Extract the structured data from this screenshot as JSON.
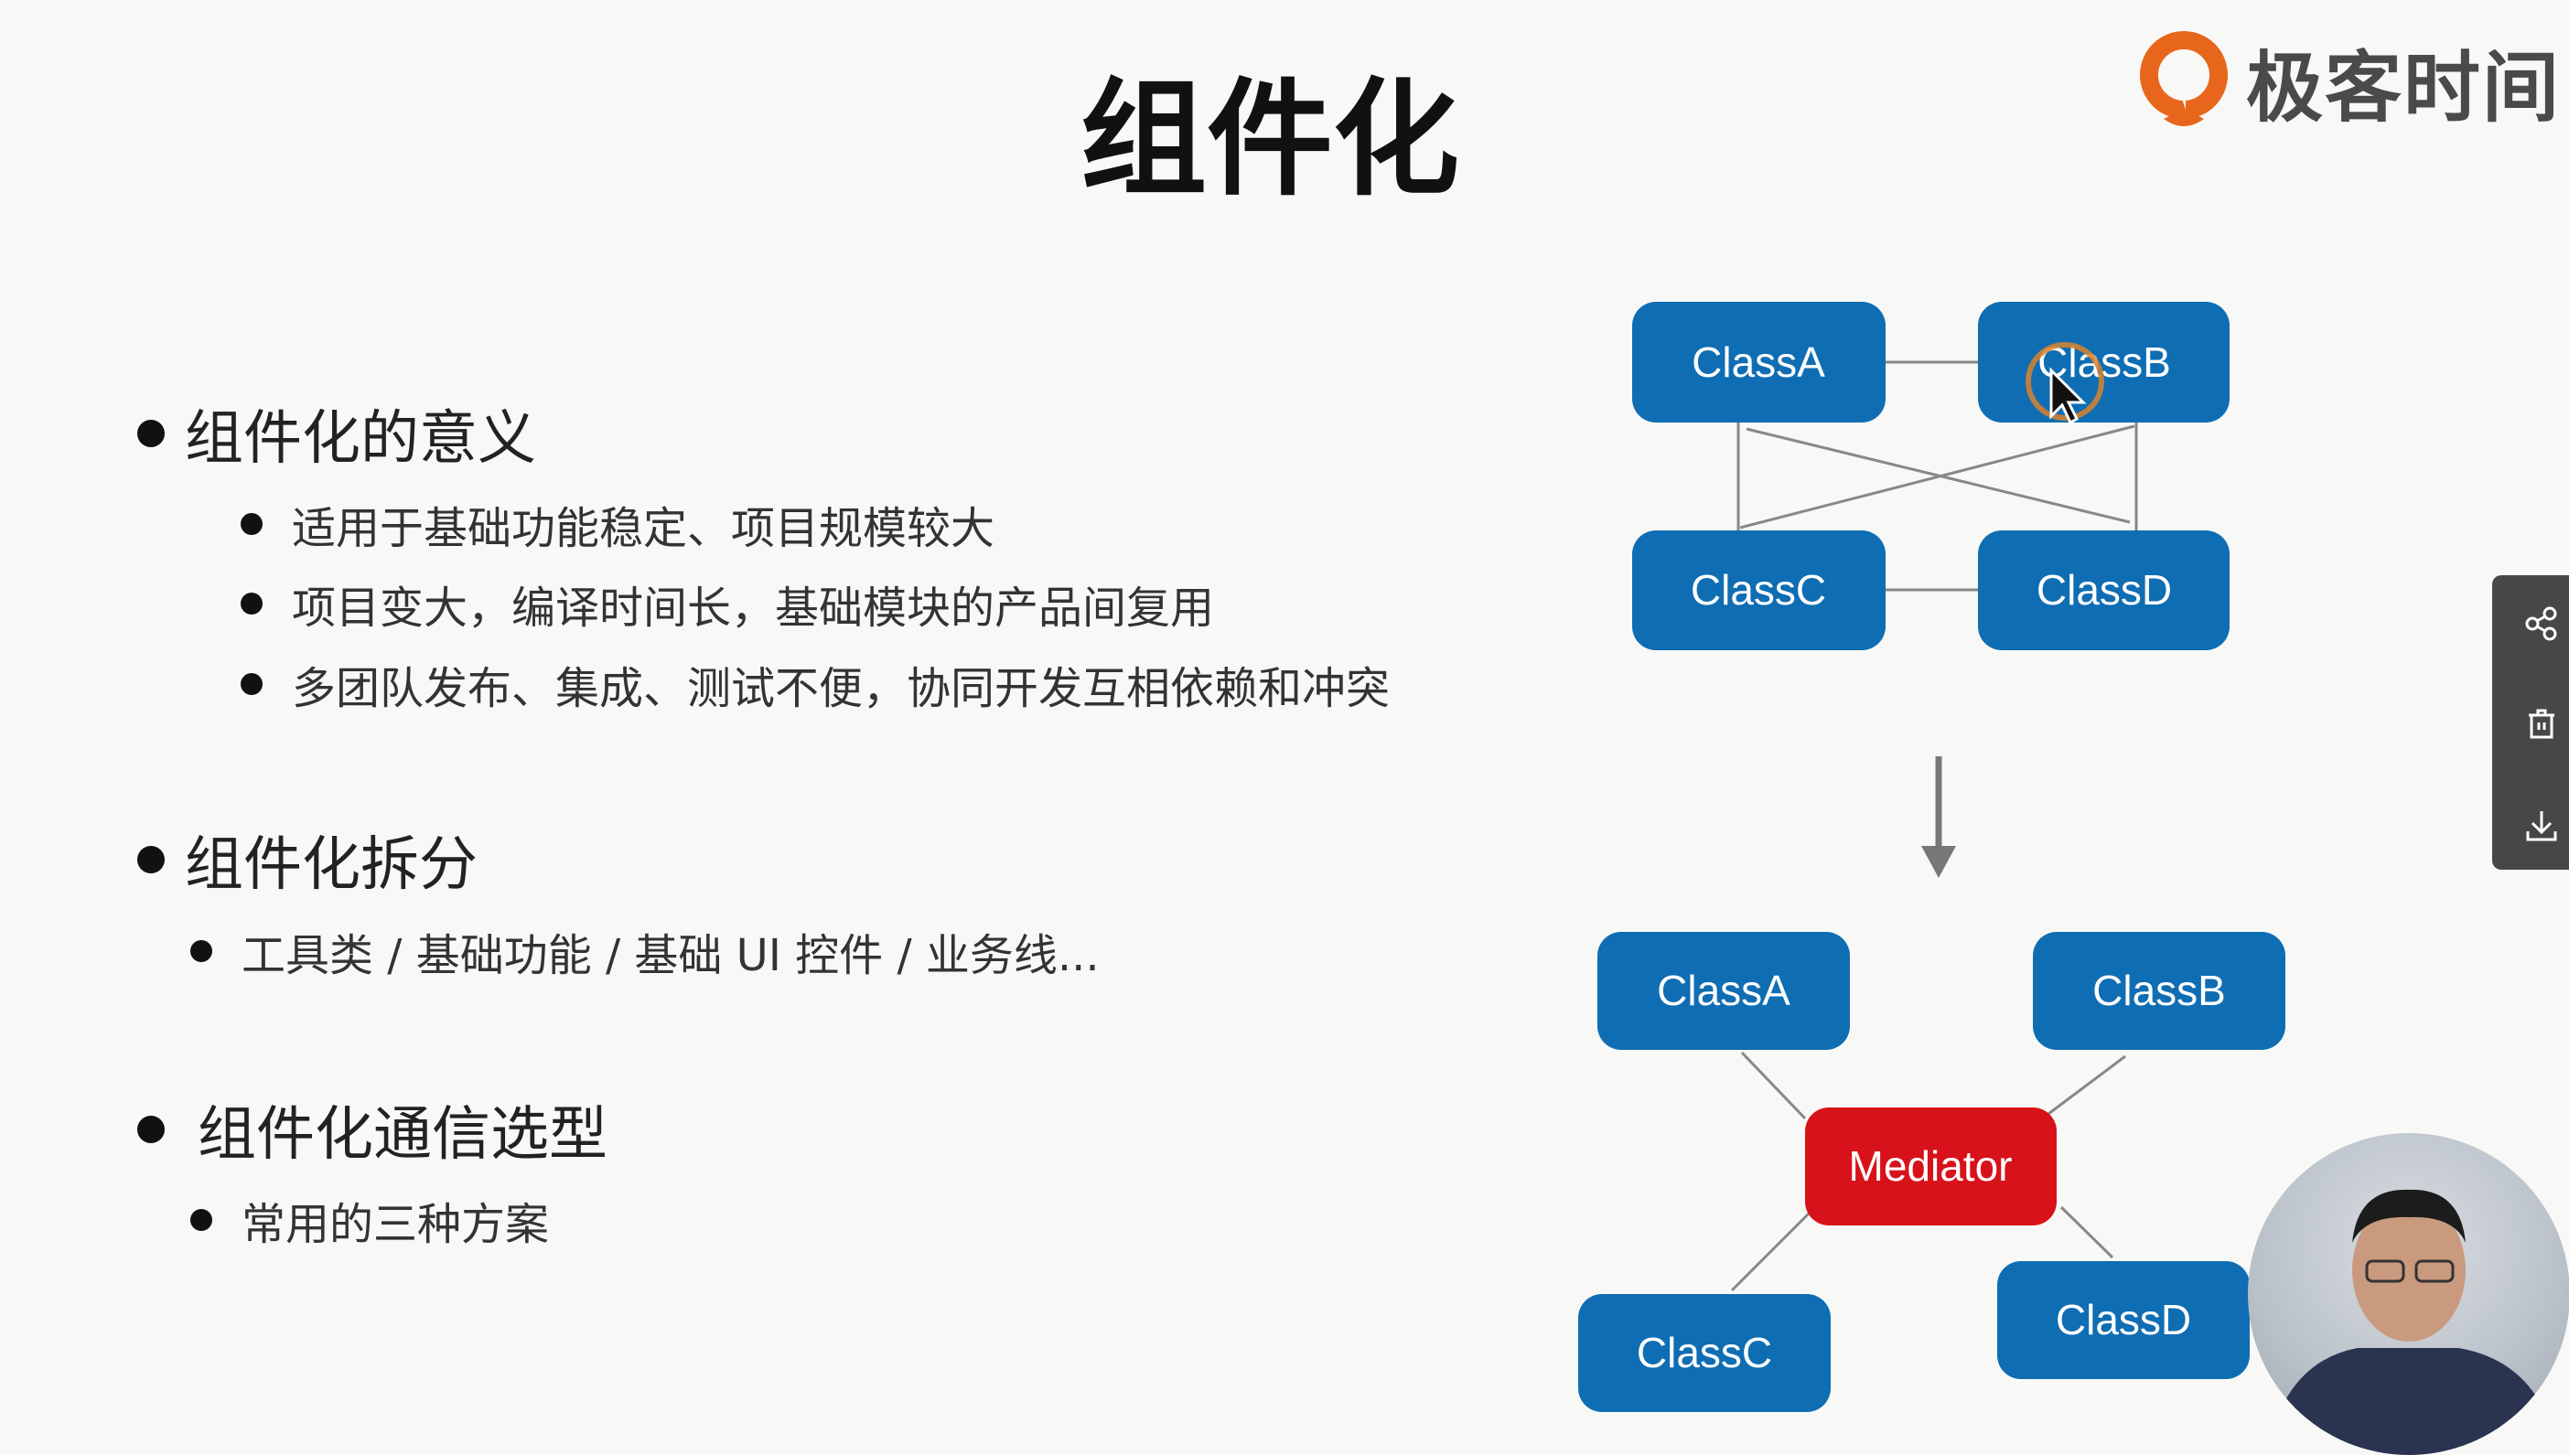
{
  "slide": {
    "title": "组件化",
    "logo_text": "极客时间",
    "sections": [
      {
        "heading": "组件化的意义",
        "items": [
          "适用于基础功能稳定、项目规模较大",
          "项目变大，编译时间长，基础模块的产品间复用",
          "多团队发布、集成、测试不便，协同开发互相依赖和冲突"
        ]
      },
      {
        "heading": "组件化拆分",
        "items": [
          "工具类 / 基础功能 / 基础 UI 控件 / 业务线..."
        ]
      },
      {
        "heading": "组件化通信选型",
        "items": [
          "常用的三种方案"
        ]
      }
    ],
    "diagram_top": {
      "a": "ClassA",
      "b": "ClassB",
      "c": "ClassC",
      "d": "ClassD"
    },
    "diagram_bottom": {
      "a": "ClassA",
      "b": "ClassB",
      "c": "ClassC",
      "d": "ClassD",
      "mediator": "Mediator"
    }
  },
  "colors": {
    "box_blue": "#0f6db3",
    "mediator_red": "#d8121a",
    "logo_orange": "#e8661c"
  },
  "side_toolbar": {
    "icons": [
      "share-icon",
      "trash-icon",
      "download-icon"
    ]
  }
}
